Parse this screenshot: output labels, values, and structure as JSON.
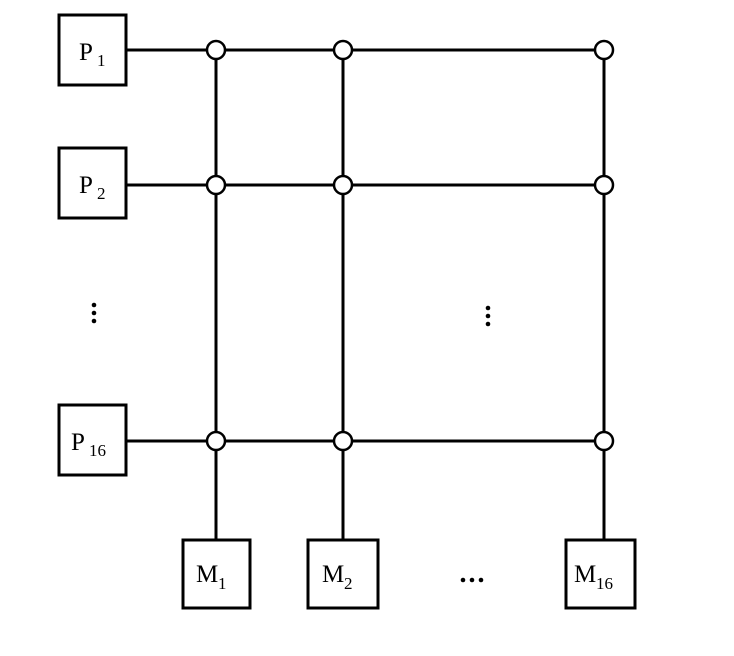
{
  "processors": [
    {
      "letter": "P",
      "index": "1"
    },
    {
      "letter": "P",
      "index": "2"
    },
    {
      "letter": "P",
      "index": "16"
    }
  ],
  "memories": [
    {
      "letter": "M",
      "index": "1"
    },
    {
      "letter": "M",
      "index": "2"
    },
    {
      "letter": "M",
      "index": "16"
    }
  ],
  "colors": {
    "stroke": "#000000",
    "fill": "#ffffff"
  }
}
